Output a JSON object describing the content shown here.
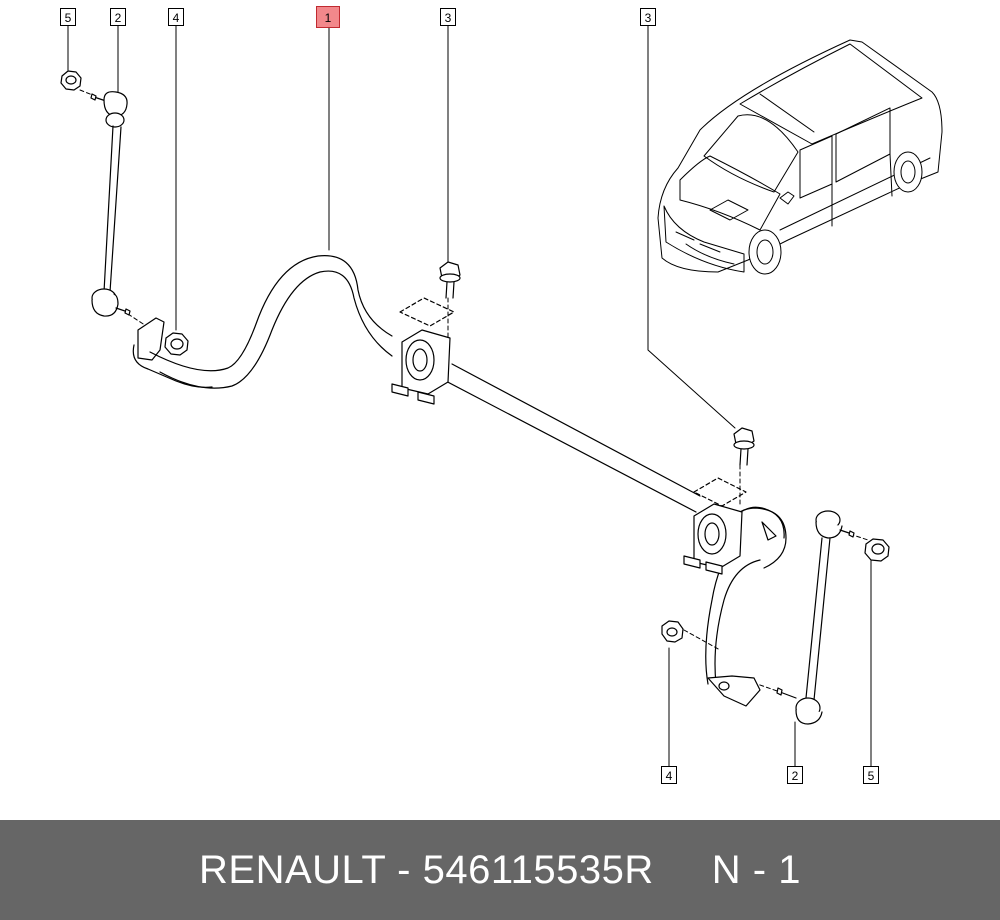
{
  "callouts": [
    "1",
    "2",
    "3",
    "4",
    "5"
  ],
  "footer": {
    "brand": "RENAULT",
    "separator": " - ",
    "part_number": "546115535R",
    "note": "N - 1"
  },
  "colors": {
    "highlight_fill": "#f2888b",
    "footer_background": "#666666",
    "footer_text": "#ffffff",
    "line": "#000000"
  }
}
